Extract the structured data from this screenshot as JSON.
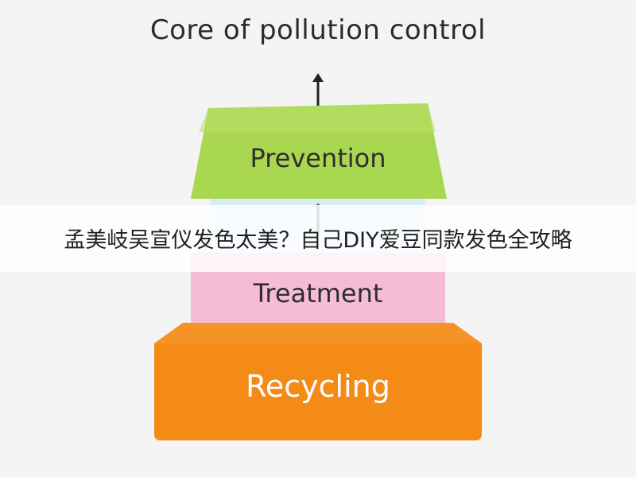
{
  "diagram": {
    "title": "Core of pollution control",
    "levels": [
      {
        "label": "Prevention",
        "color": "#a9d750"
      },
      {
        "label": "Treatment",
        "color": "#f6bcd6"
      },
      {
        "label": "Recycling",
        "color": "#f58b17"
      }
    ],
    "pale_band_color": "#d5eef6"
  },
  "banner": {
    "text": "孟美岐吴宣仪发色太美？自己DIY爱豆同款发色全攻略"
  }
}
